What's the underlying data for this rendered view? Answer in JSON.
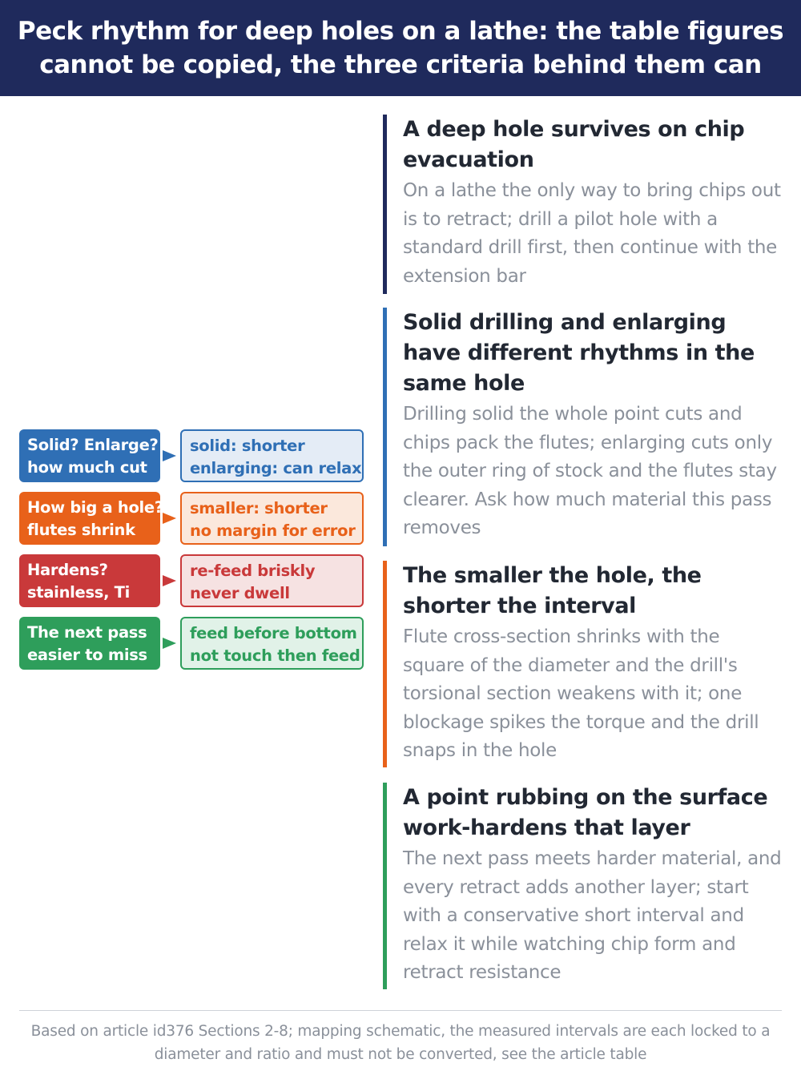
{
  "header": {
    "title_line1": "Peck rhythm for deep holes on a lathe: the table figures",
    "title_line2": "cannot be copied, the three criteria behind them can"
  },
  "cards": [
    {
      "title": "A deep hole survives on chip evacuation",
      "body": "On a lathe the only way to bring chips out is to retract; drill a pilot hole with a standard drill first, then continue with the extension bar",
      "color": "#1f2a5c"
    },
    {
      "title": "Solid drilling and enlarging have different rhythms in the same hole",
      "body": "Drilling solid the whole point cuts and chips pack the flutes; enlarging cuts only the outer ring of stock and the flutes stay clearer. Ask how much material this pass removes",
      "color": "#2f6fb5"
    },
    {
      "title": "The smaller the hole, the shorter the interval",
      "body": "Flute cross-section shrinks with the square of the diameter and the drill's torsional section weakens with it; one blockage spikes the torque and the drill snaps in the hole",
      "color": "#e8611a"
    },
    {
      "title": "A point rubbing on the surface work-hardens that layer",
      "body": "The next pass meets harder material, and every retract adds another layer; start with a conservative short interval and relax it while watching chip form and retract resistance",
      "color": "#2e9e5b"
    }
  ],
  "mapping": [
    {
      "left_line1": "Solid? Enlarge?",
      "left_line2": "how much cut",
      "right_line1": "solid: shorter",
      "right_line2": "enlarging: can relax",
      "color": "#2f6fb5",
      "light": "#e4ecf6",
      "text": "#2f6fb5"
    },
    {
      "left_line1": "How big a hole?",
      "left_line2": "flutes shrink",
      "right_line1": "smaller: shorter",
      "right_line2": "no margin for error",
      "color": "#e8611a",
      "light": "#fbe8dc",
      "text": "#e8611a"
    },
    {
      "left_line1": "Hardens?",
      "left_line2": "stainless, Ti",
      "right_line1": "re-feed briskly",
      "right_line2": "never dwell",
      "color": "#c9393a",
      "light": "#f6e2e2",
      "text": "#c9393a"
    },
    {
      "left_line1": "The next pass",
      "left_line2": "easier to miss",
      "right_line1": "feed before bottom",
      "right_line2": "not touch then feed",
      "color": "#2e9e5b",
      "light": "#e1f2e8",
      "text": "#2e9e5b"
    }
  ],
  "footer": {
    "line1": "Based on article id376 Sections 2-8; mapping schematic, the measured intervals are each locked to a",
    "line2": "diameter and ratio and must not be converted, see the article table"
  }
}
